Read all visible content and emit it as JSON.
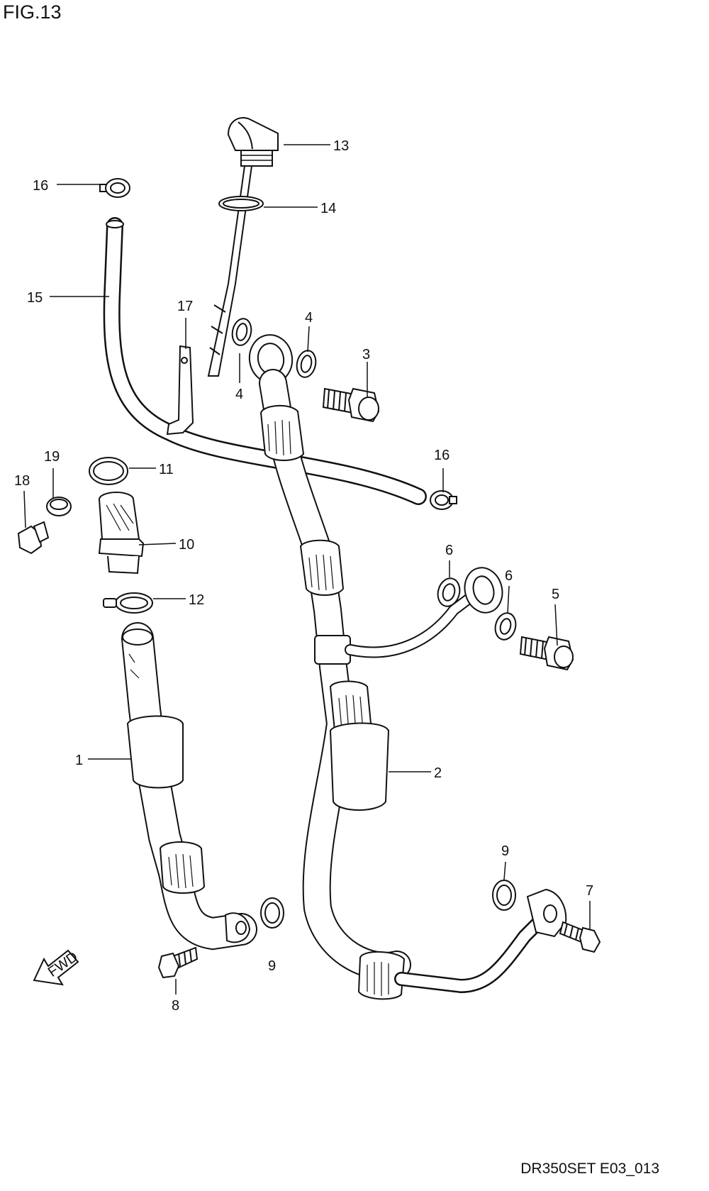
{
  "figure": {
    "title": "FIG.13",
    "code": "DR350SET E03_013"
  },
  "direction_arrow": {
    "label": "FWD",
    "icon": "forward-arrow-icon"
  },
  "callouts": [
    {
      "id": "c1",
      "number": "1"
    },
    {
      "id": "c2",
      "number": "2"
    },
    {
      "id": "c3",
      "number": "3"
    },
    {
      "id": "c4a",
      "number": "4"
    },
    {
      "id": "c4b",
      "number": "4"
    },
    {
      "id": "c5",
      "number": "5"
    },
    {
      "id": "c6a",
      "number": "6"
    },
    {
      "id": "c6b",
      "number": "6"
    },
    {
      "id": "c7",
      "number": "7"
    },
    {
      "id": "c8",
      "number": "8"
    },
    {
      "id": "c9a",
      "number": "9"
    },
    {
      "id": "c9b",
      "number": "9"
    },
    {
      "id": "c10",
      "number": "10"
    },
    {
      "id": "c11",
      "number": "11"
    },
    {
      "id": "c12",
      "number": "12"
    },
    {
      "id": "c13",
      "number": "13"
    },
    {
      "id": "c14",
      "number": "14"
    },
    {
      "id": "c15",
      "number": "15"
    },
    {
      "id": "c16a",
      "number": "16"
    },
    {
      "id": "c16b",
      "number": "16"
    },
    {
      "id": "c17",
      "number": "17"
    },
    {
      "id": "c18",
      "number": "18"
    },
    {
      "id": "c19",
      "number": "19"
    }
  ]
}
